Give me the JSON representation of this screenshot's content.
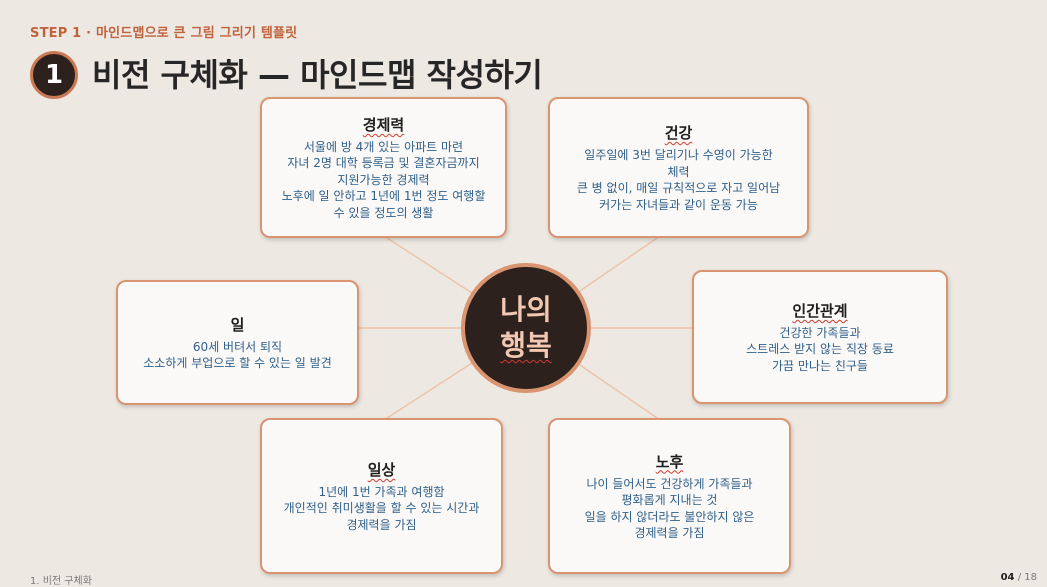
{
  "header": {
    "step_label": "STEP 1 · 마인드맵으로 큰 그림 그리기 템플릿",
    "number": "1",
    "title": "비전 구체화 — 마인드맵 작성하기"
  },
  "center": {
    "line1": "나의",
    "line2": "행복"
  },
  "nodes": {
    "economy": {
      "title": "경제력",
      "lines": [
        "서울에  방 4개 있는 아파트 마련",
        "자녀 2명 대학 등록금 및 결혼자금까지",
        "지원가능한 경제력",
        "노후에 일 안하고 1년에 1번 정도 여행할",
        "수 있을 정도의 생활"
      ]
    },
    "health": {
      "title": "건강",
      "lines": [
        "일주일에 3번 달리기나 수영이 가능한",
        "체력",
        "큰 병 없이, 매일 규칙적으로 자고 일어남",
        "커가는 자녀들과 같이 운동 가능"
      ]
    },
    "work": {
      "title": "일",
      "lines": [
        "60세 버텨서 퇴직",
        "소소하게 부업으로 할 수 있는 일 발견"
      ]
    },
    "relations": {
      "title": "인간관계",
      "lines": [
        "건강한 가족들과",
        "스트레스 받지 않는 직장 동료",
        "가끔 만나는 친구들"
      ]
    },
    "daily": {
      "title": "일상",
      "lines": [
        "1년에 1번 가족과 여행함",
        "개인적인 취미생활을 할 수 있는 시간과",
        "경제력을 가짐"
      ]
    },
    "retirement": {
      "title": "노후",
      "lines": [
        "나이 들어서도 건강하게 가족들과",
        "평화롭게 지내는 것",
        "일을 하지 않더라도 불안하지 않은",
        "경제력을 가짐"
      ]
    }
  },
  "footer": {
    "section": "1. 비전 구체화",
    "page_current": "04",
    "page_separator": "/",
    "page_total": "18"
  }
}
